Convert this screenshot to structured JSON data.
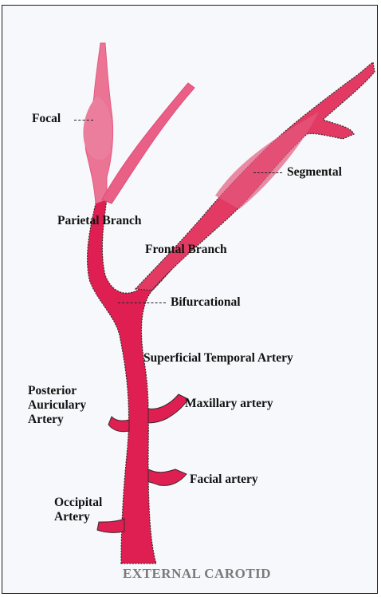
{
  "labels": {
    "focal": "Focal",
    "segmental": "Segmental",
    "parietal_branch": "Parietal Branch",
    "frontal_branch": "Frontal Branch",
    "bifurcational": "Bifurcational",
    "superficial_temporal": "Superficial Temporal Artery",
    "posterior_auricular_line1": "Posterior",
    "posterior_auricular_line2": "Auriculary",
    "posterior_auricular_line3": "Artery",
    "maxillary": "Maxillary artery",
    "facial": "Facial artery",
    "occipital_line1": "Occipital",
    "occipital_line2": "Artery",
    "external_carotid": "EXTERNAL CAROTID"
  },
  "colors": {
    "artery_fill": "#e23a63",
    "artery_dark": "#d9134a",
    "outline": "#3a2a2a",
    "frame_bg": "#f6f8fb"
  }
}
